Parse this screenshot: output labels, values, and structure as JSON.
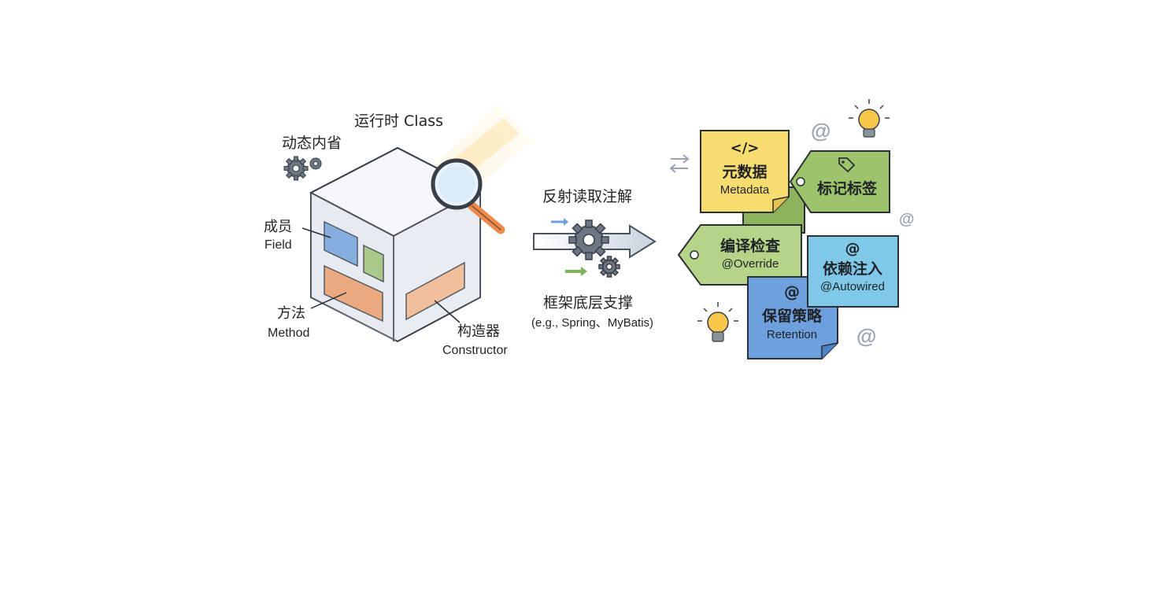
{
  "left": {
    "runtime_class": "运行时 Class",
    "introspection": "动态内省",
    "field_zh": "成员",
    "field_en": "Field",
    "method_zh": "方法",
    "method_en": "Method",
    "ctor_zh": "构造器",
    "ctor_en": "Constructor"
  },
  "middle": {
    "reflect_read": "反射读取注解",
    "framework": "框架底层支撑",
    "framework_examples": "(e.g., Spring、MyBatis)"
  },
  "tags": {
    "metadata_icon": "</>",
    "metadata_zh": "元数据",
    "metadata_en": "Metadata",
    "marker_zh": "标记标签",
    "override_zh": "编译检查",
    "override_en": "@Override",
    "autowired_at": "@",
    "autowired_zh": "依赖注入",
    "autowired_en": "@Autowired",
    "retention_at": "@",
    "retention_zh": "保留策略",
    "retention_en": "Retention"
  },
  "floating_symbols": [
    "@",
    "@",
    "@"
  ],
  "colors": {
    "yellow": "#f7dc6f",
    "green": "#9cc46b",
    "light_green": "#b5d487",
    "blue": "#6ea0dd",
    "sky": "#7fc8e8",
    "orange": "#f39a5c",
    "peach": "#f7b582",
    "outline": "#2b2f36"
  },
  "icons": [
    "gears-icon",
    "magnifier-icon",
    "gear-icon",
    "lightbulb-icon",
    "tag-icon",
    "swap-arrows-icon"
  ]
}
